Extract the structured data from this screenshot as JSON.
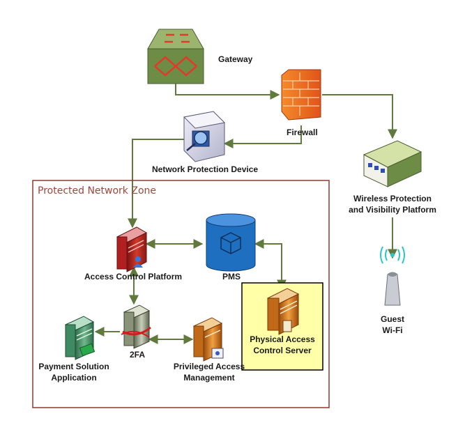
{
  "zone": {
    "title": "Protected Network Zone"
  },
  "nodes": {
    "gateway": "Gateway",
    "firewall": "Firewall",
    "npd": "Network Protection Device",
    "wireless": [
      "Wireless Protection",
      "and Visibility Platform"
    ],
    "guest": [
      "Guest",
      "Wi-Fi"
    ],
    "acp": "Access Control Platform",
    "pms": "PMS",
    "twofa": "2FA",
    "payment": [
      "Payment Solution",
      "Application"
    ],
    "pam": [
      "Privileged Access",
      "Management"
    ],
    "pacs": [
      "Physical Access",
      "Control Server"
    ]
  },
  "colors": {
    "connector": "#5f7a3c",
    "zone_border": "#8b3a2e",
    "gateway": "#6d8c45",
    "firewall": "#f06a1a",
    "pms": "#1f6fc1",
    "highlight": "#ffffa8"
  },
  "icons": {
    "gateway": "router-icon",
    "firewall": "firewall-icon",
    "npd": "inspection-device-icon",
    "wireless": "wireless-appliance-icon",
    "guest": "wifi-access-point-icon",
    "acp": "server-icon",
    "pms": "database-icon",
    "twofa": "server-icon",
    "payment": "server-icon",
    "pam": "server-icon",
    "pacs": "server-icon"
  }
}
